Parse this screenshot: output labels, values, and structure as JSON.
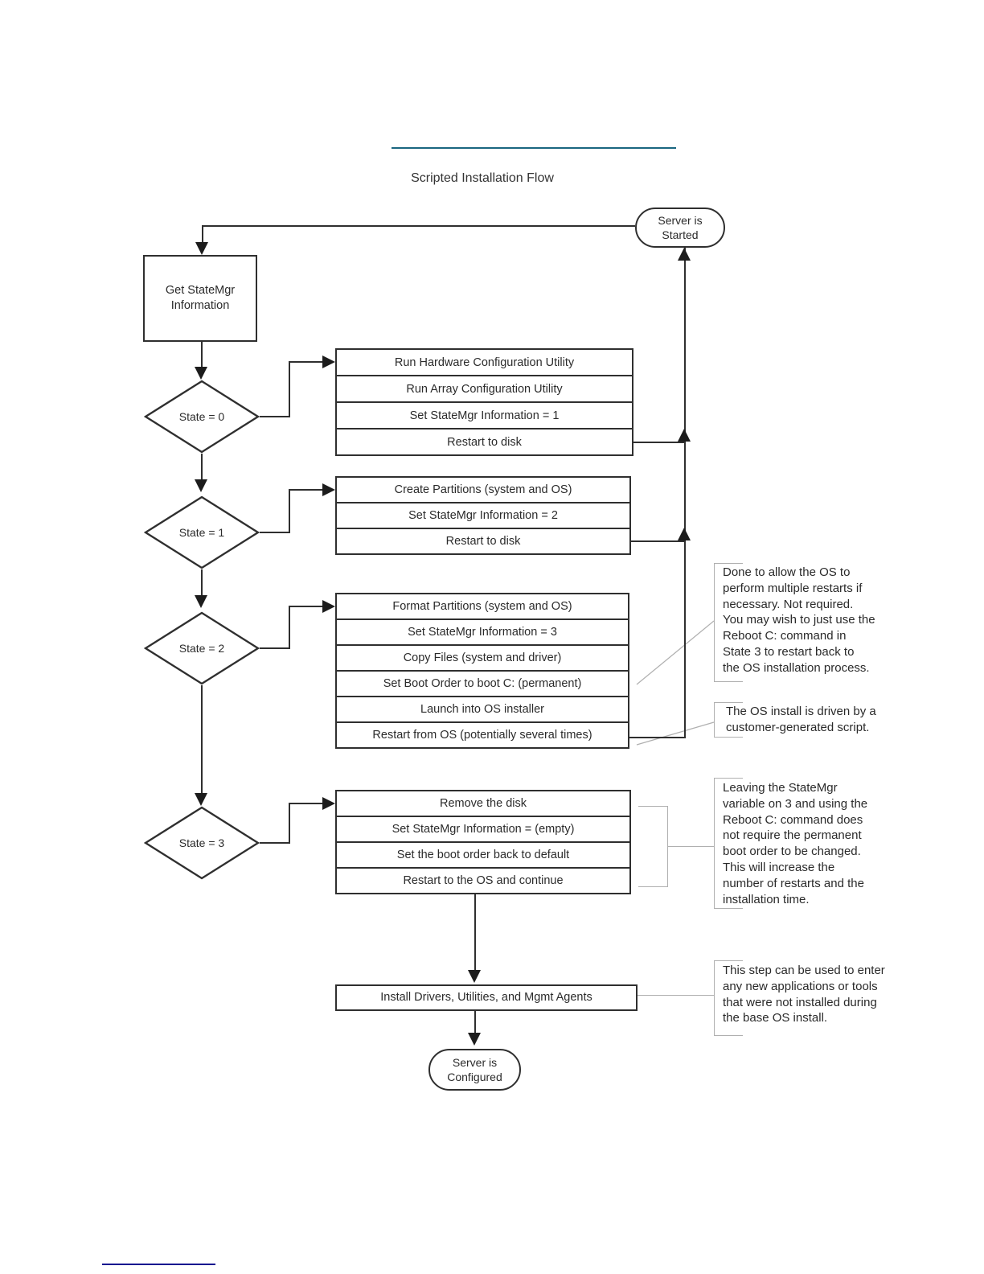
{
  "title": "Scripted Installation Flow",
  "terminals": {
    "start": "Server is\nStarted",
    "end": "Server is\nConfigured"
  },
  "nodes": {
    "get_state": "Get StateMgr\nInformation",
    "install": "Install Drivers, Utilities, and Mgmt Agents"
  },
  "decisions": [
    "State = 0",
    "State = 1",
    "State = 2",
    "State = 3"
  ],
  "groups": [
    {
      "rows": [
        "Run Hardware Configuration Utility",
        "Run Array Configuration Utility",
        "Set StateMgr Information = 1",
        "Restart to disk"
      ]
    },
    {
      "rows": [
        "Create Partitions (system and OS)",
        "Set StateMgr Information = 2",
        "Restart to disk"
      ]
    },
    {
      "rows": [
        "Format Partitions (system and OS)",
        "Set StateMgr Information = 3",
        "Copy Files (system and driver)",
        "Set Boot Order to boot C: (permanent)",
        "Launch into OS installer",
        "Restart from OS (potentially several times)"
      ]
    },
    {
      "rows": [
        "Remove the disk",
        "Set StateMgr Information = (empty)",
        "Set the boot order back to default",
        "Restart to the OS and continue"
      ]
    }
  ],
  "annotations": [
    "Done to allow the OS to\nperform multiple restarts if\nnecessary. Not required.\nYou may wish to just use the\nReboot C: command in\nState 3 to restart back to\nthe OS installation process.",
    "The OS install is driven by a\ncustomer-generated script.",
    "Leaving the StateMgr\nvariable on 3 and using the\nReboot C: command does\nnot require the permanent\nboot order to be changed.\nThis will increase the\nnumber of restarts and the\ninstallation time.",
    "This step can be used to enter\nany new applications or tools\nthat were not installed during\nthe base OS install."
  ],
  "colors": {
    "top_rule": "#1a6680",
    "bottom_rule": "#0b0b8f",
    "line": "#2f2f2f",
    "callout": "#b0b0b0"
  }
}
